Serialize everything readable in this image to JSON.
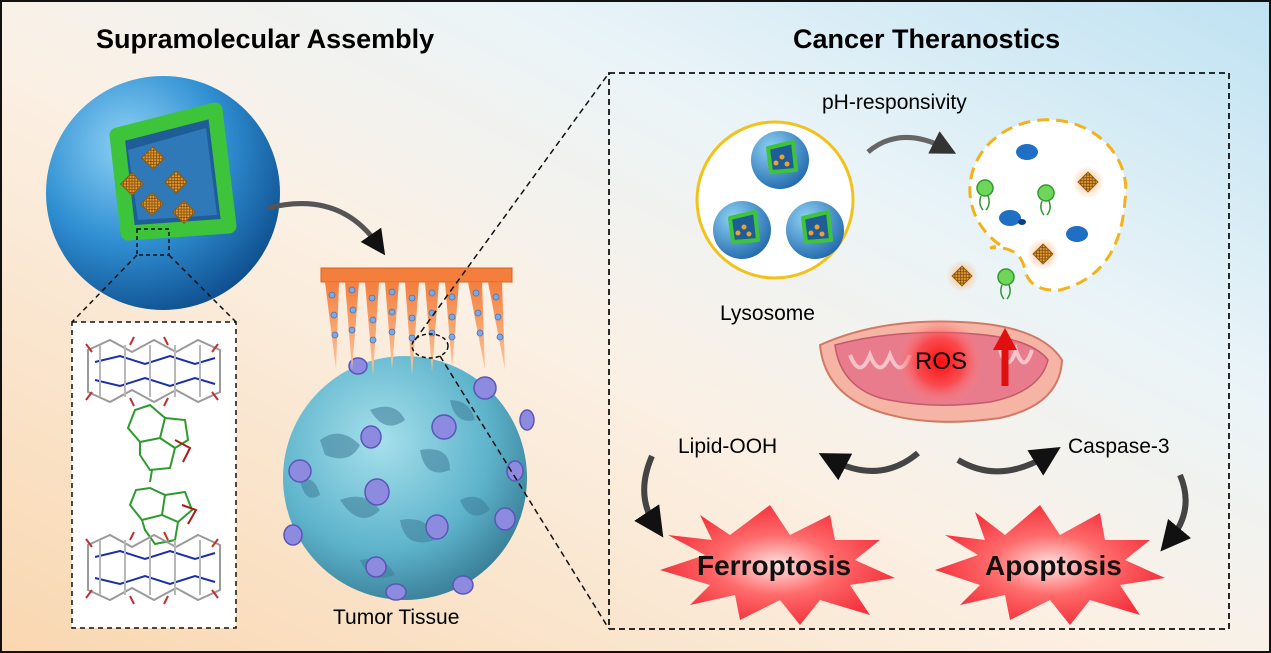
{
  "headings": {
    "left": "Supramolecular Assembly",
    "right": "Cancer Theranostics"
  },
  "labels": {
    "tumor": "Tumor Tissue",
    "lysosome": "Lysosome",
    "ph": "pH-responsivity",
    "ros": "ROS",
    "lipid": "Lipid-OOH",
    "caspase": "Caspase-3",
    "ferroptosis": "Ferroptosis",
    "apoptosis": "Apoptosis"
  },
  "colors": {
    "shell_blue": "#2f7fc4",
    "shell_green": "#3ec43a",
    "spike_orange": "#f08a4a",
    "tumor_cyan": "#6cc2d6",
    "receptor_purple": "#8d8be0",
    "burst_red": "#f4505a",
    "ros_arrow": "#e01010"
  }
}
